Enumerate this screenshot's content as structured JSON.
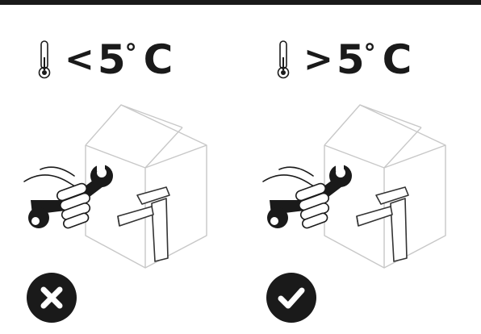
{
  "left_panel": {
    "operator": "<",
    "value": "5",
    "degree": "°",
    "unit": "C",
    "status_icon": "cross-icon"
  },
  "right_panel": {
    "operator": ">",
    "value": "5",
    "degree": "°",
    "unit": "C",
    "status_icon": "check-icon"
  },
  "colors": {
    "ink": "#1a1a1a",
    "line_light": "#c8c8c8",
    "rule": "#1a1a1a"
  }
}
